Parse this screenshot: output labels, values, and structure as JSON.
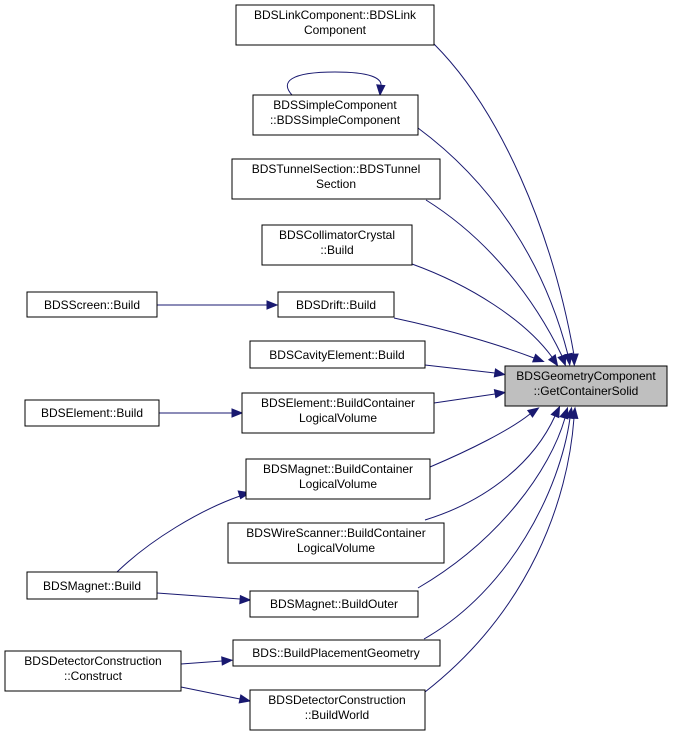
{
  "diagram": {
    "type": "call-graph",
    "colors": {
      "edge": "#191970",
      "target_fill": "#bfbfbf",
      "node_fill": "#ffffff",
      "node_border": "#000000"
    },
    "nodes": {
      "target": {
        "lines": [
          "BDSGeometryComponent",
          "::GetContainerSolid"
        ]
      },
      "link_component": {
        "lines": [
          "BDSLinkComponent::BDSLink",
          "Component"
        ]
      },
      "simple_component": {
        "lines": [
          "BDSSimpleComponent",
          "::BDSSimpleComponent"
        ]
      },
      "tunnel_section": {
        "lines": [
          "BDSTunnelSection::BDSTunnel",
          "Section"
        ]
      },
      "collimator_crystal": {
        "lines": [
          "BDSCollimatorCrystal",
          "::Build"
        ]
      },
      "drift_build": {
        "lines": [
          "BDSDrift::Build"
        ]
      },
      "screen_build": {
        "lines": [
          "BDSScreen::Build"
        ]
      },
      "cavity_build": {
        "lines": [
          "BDSCavityElement::Build"
        ]
      },
      "element_bclv": {
        "lines": [
          "BDSElement::BuildContainer",
          "LogicalVolume"
        ]
      },
      "element_build": {
        "lines": [
          "BDSElement::Build"
        ]
      },
      "magnet_bclv": {
        "lines": [
          "BDSMagnet::BuildContainer",
          "LogicalVolume"
        ]
      },
      "wire_scanner_bclv": {
        "lines": [
          "BDSWireScanner::BuildContainer",
          "LogicalVolume"
        ]
      },
      "magnet_build": {
        "lines": [
          "BDSMagnet::Build"
        ]
      },
      "magnet_build_outer": {
        "lines": [
          "BDSMagnet::BuildOuter"
        ]
      },
      "placement_geometry": {
        "lines": [
          "BDS::BuildPlacementGeometry"
        ]
      },
      "detector_construct": {
        "lines": [
          "BDSDetectorConstruction",
          "::Construct"
        ]
      },
      "detector_build_world": {
        "lines": [
          "BDSDetectorConstruction",
          "::BuildWorld"
        ]
      }
    },
    "edges": [
      {
        "from": "link_component",
        "to": "target"
      },
      {
        "from": "simple_component",
        "to": "target"
      },
      {
        "from": "simple_component",
        "to": "simple_component"
      },
      {
        "from": "tunnel_section",
        "to": "target"
      },
      {
        "from": "collimator_crystal",
        "to": "target"
      },
      {
        "from": "drift_build",
        "to": "target"
      },
      {
        "from": "screen_build",
        "to": "drift_build"
      },
      {
        "from": "cavity_build",
        "to": "target"
      },
      {
        "from": "element_bclv",
        "to": "target"
      },
      {
        "from": "element_build",
        "to": "element_bclv"
      },
      {
        "from": "magnet_bclv",
        "to": "target"
      },
      {
        "from": "wire_scanner_bclv",
        "to": "target"
      },
      {
        "from": "magnet_build",
        "to": "magnet_bclv"
      },
      {
        "from": "magnet_build",
        "to": "magnet_build_outer"
      },
      {
        "from": "magnet_build_outer",
        "to": "target"
      },
      {
        "from": "placement_geometry",
        "to": "target"
      },
      {
        "from": "detector_build_world",
        "to": "target"
      },
      {
        "from": "detector_construct",
        "to": "placement_geometry"
      },
      {
        "from": "detector_construct",
        "to": "detector_build_world"
      }
    ]
  }
}
